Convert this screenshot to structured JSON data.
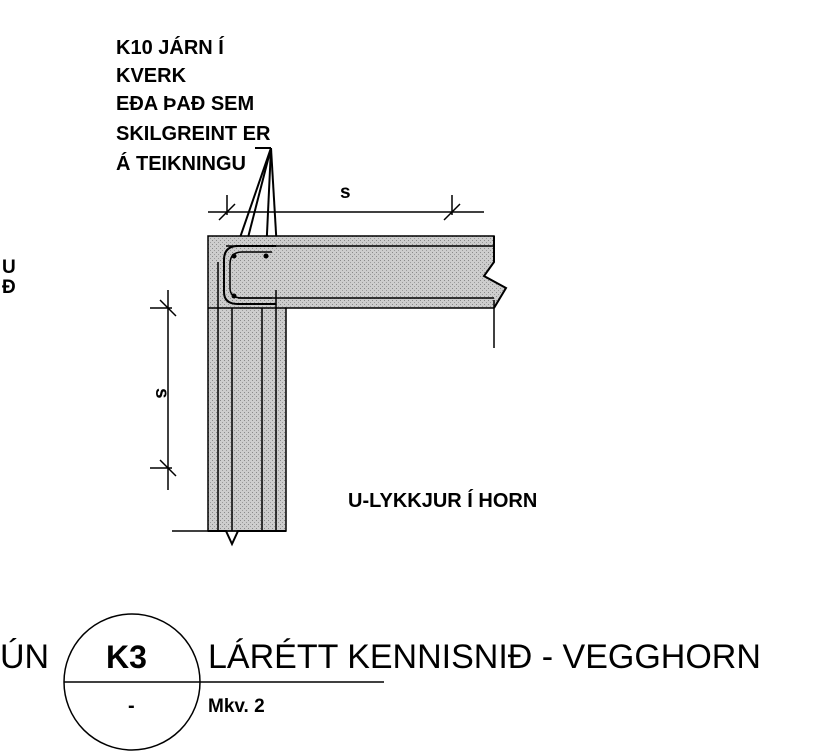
{
  "note": {
    "lines": [
      "K10 JÁRN Í",
      "KVERK",
      "EÐA ÞAÐ SEM",
      "SKILGREINT ER",
      "Á TEIKNINGU"
    ]
  },
  "dimensions": {
    "horizontal_label": "s",
    "vertical_label": "s"
  },
  "caption": "U-LYKKJUR Í HORN",
  "left_fragments": {
    "upper_1": "U",
    "upper_2": "Ð",
    "lower": "ÚN"
  },
  "detail": {
    "id": "K3",
    "sheet": "-",
    "title": "LÁRÉTT KENNISNIÐ - VEGGHORN",
    "scale": "Mkv. 2"
  },
  "colors": {
    "concrete_fill": "#cdcdcd",
    "line": "#000000"
  }
}
